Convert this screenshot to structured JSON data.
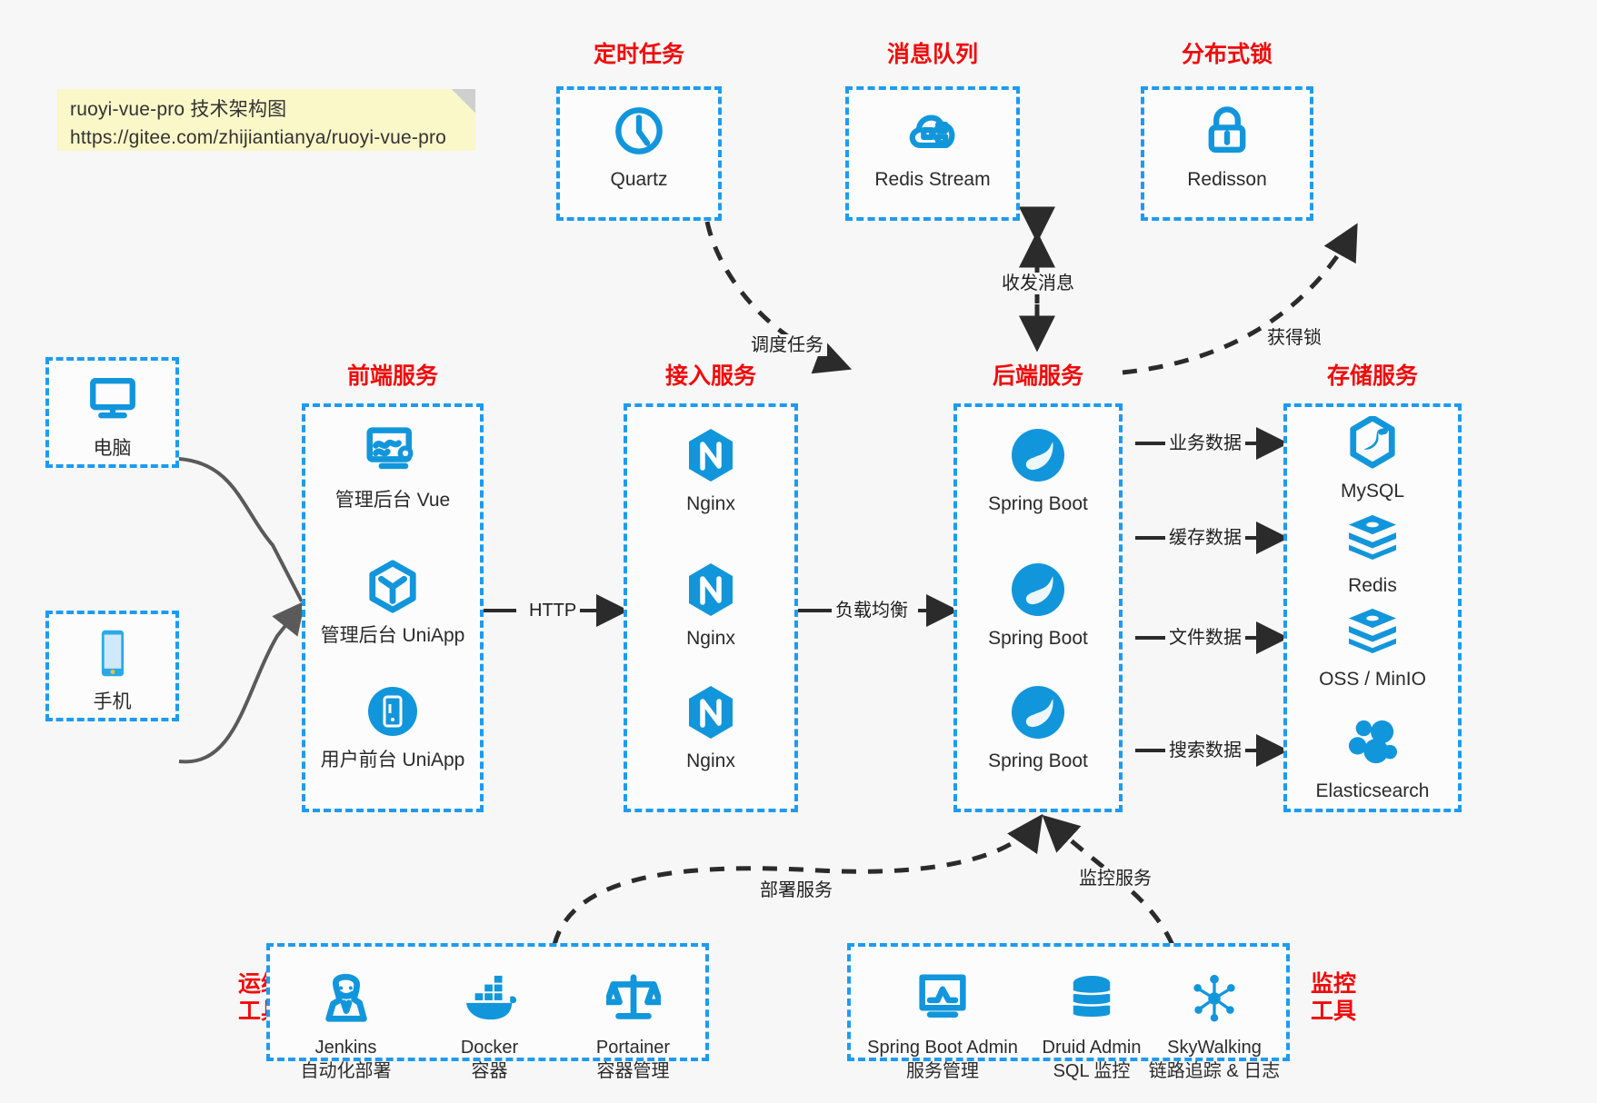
{
  "note": {
    "line1": "ruoyi-vue-pro 技术架构图",
    "line2": "https://gitee.com/zhijiantianya/ruoyi-vue-pro"
  },
  "colors": {
    "accent": "#1296db",
    "caption": "#f00b0b",
    "border": "#1e9bf0",
    "bg": "#f7f7f7",
    "note_bg": "#faf7c8"
  },
  "groups": {
    "scheduler": {
      "caption": "定时任务",
      "items": [
        {
          "label": "Quartz",
          "icon": "clock-icon"
        }
      ]
    },
    "mq": {
      "caption": "消息队列",
      "items": [
        {
          "label": "Redis Stream",
          "icon": "cloud-network-icon"
        }
      ]
    },
    "lock": {
      "caption": "分布式锁",
      "items": [
        {
          "label": "Redisson",
          "icon": "lock-icon"
        }
      ]
    },
    "client_pc": {
      "caption": "",
      "items": [
        {
          "label": "电脑",
          "icon": "desktop-icon"
        }
      ]
    },
    "client_mb": {
      "caption": "",
      "items": [
        {
          "label": "手机",
          "icon": "mobile-icon"
        }
      ]
    },
    "frontend": {
      "caption": "前端服务",
      "items": [
        {
          "label": "管理后台 Vue",
          "icon": "dashboard-gear-icon"
        },
        {
          "label": "管理后台 UniApp",
          "icon": "cube-icon"
        },
        {
          "label": "用户前台 UniApp",
          "icon": "app-circle-icon"
        }
      ]
    },
    "gateway": {
      "caption": "接入服务",
      "items": [
        {
          "label": "Nginx",
          "icon": "nginx-icon"
        },
        {
          "label": "Nginx",
          "icon": "nginx-icon"
        },
        {
          "label": "Nginx",
          "icon": "nginx-icon"
        }
      ]
    },
    "backend": {
      "caption": "后端服务",
      "items": [
        {
          "label": "Spring Boot",
          "icon": "spring-icon"
        },
        {
          "label": "Spring Boot",
          "icon": "spring-icon"
        },
        {
          "label": "Spring Boot",
          "icon": "spring-icon"
        }
      ]
    },
    "storage": {
      "caption": "存储服务",
      "items": [
        {
          "label": "MySQL",
          "icon": "mysql-icon"
        },
        {
          "label": "Redis",
          "icon": "redis-icon"
        },
        {
          "label": "OSS / MinIO",
          "icon": "oss-icon"
        },
        {
          "label": "Elasticsearch",
          "icon": "elasticsearch-icon"
        }
      ]
    },
    "devops": {
      "caption": "运维\n工具",
      "caption_l1": "运维",
      "caption_l2": "工具",
      "items": [
        {
          "label": "Jenkins",
          "sub": "自动化部署",
          "icon": "jenkins-icon"
        },
        {
          "label": "Docker",
          "sub": "容器",
          "icon": "docker-icon"
        },
        {
          "label": "Portainer",
          "sub": "容器管理",
          "icon": "scales-icon"
        }
      ]
    },
    "monitor": {
      "caption": "监控\n工具",
      "caption_l1": "监控",
      "caption_l2": "工具",
      "items": [
        {
          "label": "Spring Boot Admin",
          "sub": "服务管理",
          "icon": "monitor-chart-icon"
        },
        {
          "label": "Druid Admin",
          "sub": "SQL 监控",
          "icon": "database-icon"
        },
        {
          "label": "SkyWalking",
          "sub": "链路追踪 & 日志",
          "icon": "skywalking-icon"
        }
      ]
    }
  },
  "edges": {
    "http": "HTTP",
    "load_balance": "负载均衡",
    "schedule_task": "调度任务",
    "send_receive_msg": "收发消息",
    "acquire_lock": "获得锁",
    "deploy_service": "部署服务",
    "monitor_service": "监控服务",
    "business_data": "业务数据",
    "cache_data": "缓存数据",
    "file_data": "文件数据",
    "search_data": "搜索数据"
  }
}
